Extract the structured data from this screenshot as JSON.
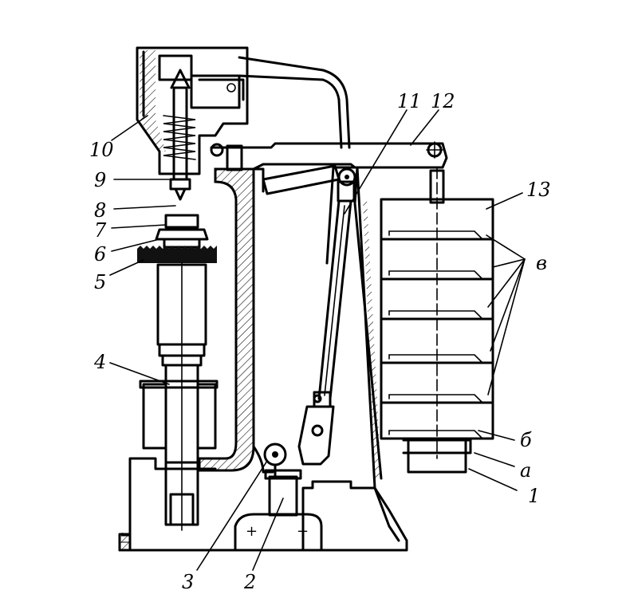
{
  "labels": {
    "l1": "1",
    "l2": "2",
    "l3": "3",
    "l4": "4",
    "l5": "5",
    "l6": "6",
    "l7": "7",
    "l8": "8",
    "l9": "9",
    "l10": "10",
    "l11": "11",
    "l12": "12",
    "l13": "13",
    "l_v": "в",
    "l_b": "б",
    "l_a": "а"
  }
}
